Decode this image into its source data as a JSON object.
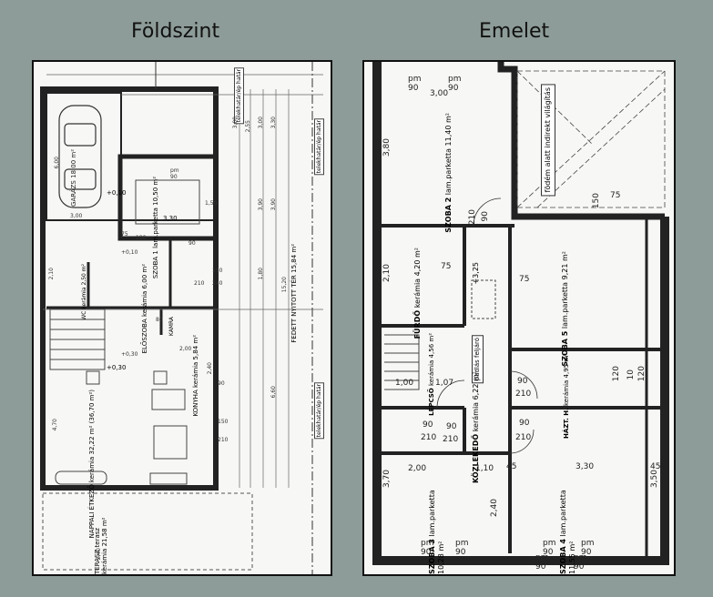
{
  "headings": {
    "ground": "Földszint",
    "upper": "Emelet"
  },
  "ground": {
    "garage": {
      "name": "GARÁZS",
      "area": "18,00 m²",
      "level": "+0,10"
    },
    "room1": {
      "name": "SZOBA 1",
      "finish": "lam.parketta",
      "area": "10,50 m²",
      "width": "3,30"
    },
    "hall": {
      "name": "ELŐSZOBA",
      "finish": "kerámia",
      "area": "6,00 m²"
    },
    "wc": {
      "name": "WC",
      "finish": "kerámia",
      "area": "2,50 m²"
    },
    "living": {
      "name": "NAPPALI ÉTKEZŐ",
      "finish": "kerámia",
      "area": "32,22 m²",
      "note": "(36,70 m²)",
      "level": "+0,30"
    },
    "kitchen": {
      "name": "KONYHA",
      "finish": "kerámia",
      "area": "5,84 m²"
    },
    "pantry": {
      "name": "KAMRA"
    },
    "terrace": {
      "name": "TERASZ",
      "finish": "terasz kerámia",
      "area": "21,58 m²"
    },
    "covered": {
      "name": "FEDETT NYITOTT TÉR",
      "area": "15,84 m²"
    },
    "walls": [
      "telekhatár/ép határ",
      "telekhatár/ép határ",
      "telekhatár/ép határ"
    ],
    "dims": [
      "3,00",
      "2,55",
      "3,90",
      "3,90",
      "3,00",
      "3,30",
      "15,20",
      "6,60",
      "4,70",
      "2,10",
      "1,80",
      "2,40",
      "2,40",
      "6,00",
      "3,00",
      "pm 90",
      "90",
      "150",
      "240",
      "210",
      "120",
      "1,50",
      "+0,10",
      "+0,30",
      "2,00",
      "80",
      "75",
      "90",
      "150",
      "210"
    ]
  },
  "upper": {
    "room2": {
      "name": "SZOBA 2",
      "finish": "lam.parketta",
      "area": "11,40 m²"
    },
    "note": {
      "line1": "födém alatt",
      "line2": "indirekt világítás"
    },
    "bath": {
      "name": "FÜRDŐ",
      "finish": "kerámia",
      "area": "4,20 m²"
    },
    "room5": {
      "name": "SZOBA 5",
      "finish": "lam.parketta",
      "area": "9,21 m²"
    },
    "level": "+3,25",
    "stairs": {
      "name": "LÉPCSŐ",
      "finish": "kerámia",
      "area": "4,56 m²"
    },
    "attic": {
      "line1": "padlás",
      "line2": "feljáró"
    },
    "corridor": {
      "name": "KÖZLEKEDŐ",
      "finish": "kerámia",
      "area": "6,22 m²"
    },
    "utility": {
      "name": "HÁZT. H.",
      "finish": "kerámia",
      "area": "4,95 m²"
    },
    "room3": {
      "name": "SZOBA 3",
      "finish": "lam.parketta",
      "area": "10,28 m²"
    },
    "room4": {
      "name": "SZOBA 4",
      "finish": "lam.parketta",
      "area": "11,55 m²"
    },
    "dims": {
      "top": [
        "pm 90",
        "pm 90",
        "3,00"
      ],
      "left": [
        "3,80",
        "2,10",
        "3,70"
      ],
      "right": [
        "3,50"
      ],
      "mid": [
        "90",
        "210",
        "150",
        "75",
        "75",
        "75",
        "1,00",
        "1,07",
        "90",
        "210",
        "90",
        "210",
        "90",
        "210",
        "90",
        "210",
        "2,00",
        "1,10",
        "3,30",
        "2,40",
        "pm 90",
        "pm 90",
        "pm 90",
        "pm 90",
        "pm 90",
        "pm 90",
        "45",
        "45",
        "10",
        "120",
        "12",
        "120"
      ]
    }
  }
}
